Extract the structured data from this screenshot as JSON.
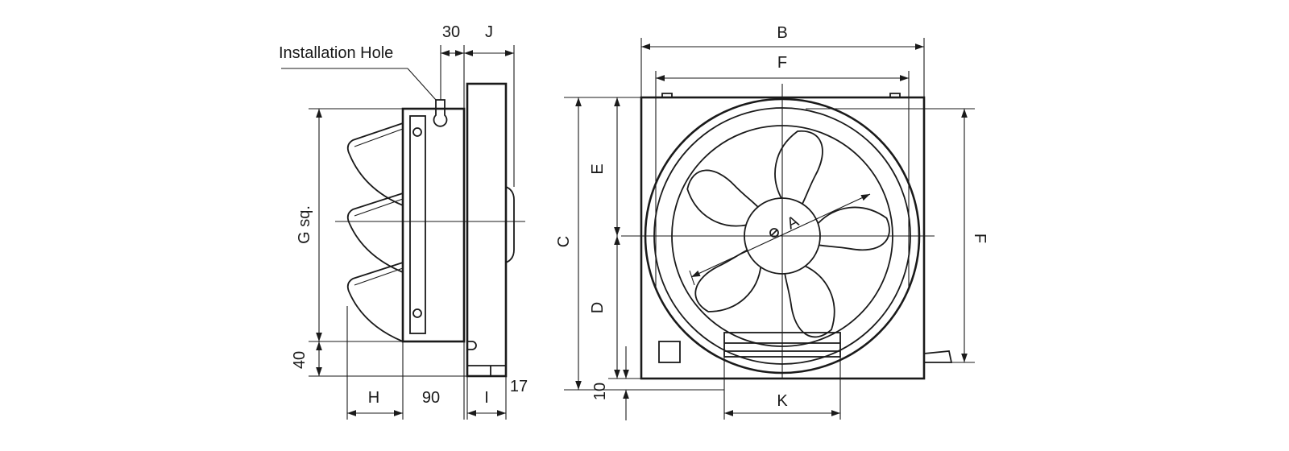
{
  "side_view": {
    "installation_hole": "Installation Hole",
    "dim_30": "30",
    "dim_j": "J",
    "dim_g": "G sq.",
    "dim_40": "40",
    "dim_h": "H",
    "dim_90": "90",
    "dim_i": "I",
    "dim_17": "17"
  },
  "front_view": {
    "dim_b": "B",
    "dim_f_top": "F",
    "dim_c": "C",
    "dim_e": "E",
    "dim_d": "D",
    "dim_f_right": "F",
    "dim_a": "A",
    "dim_10": "10",
    "dim_k": "K"
  },
  "colors": {
    "line": "#1a1a1a",
    "background": "#ffffff"
  }
}
